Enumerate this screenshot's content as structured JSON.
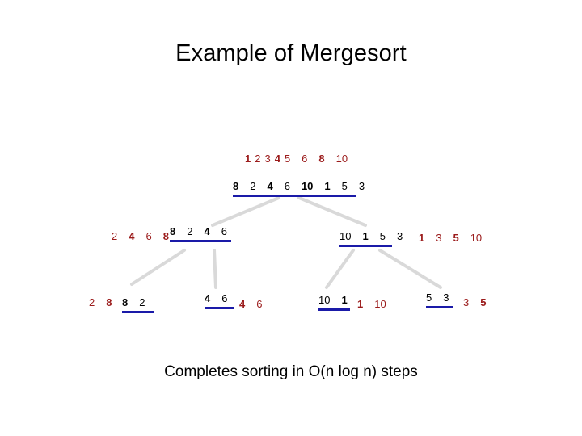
{
  "slide": {
    "title": "Example of Mergesort",
    "caption": "Completes sorting in O(n log n) steps",
    "background": "#ffffff"
  },
  "colors": {
    "sorted_text": "#9B1B1B",
    "unsorted_text": "#000000",
    "underline": "#1A1AA8",
    "connector": "#D9D9D9",
    "title_text": "#000000"
  },
  "tree": {
    "levels": [
      {
        "level": 1,
        "nodes": [
          {
            "id": "root",
            "sorted": "1  2 3 4 5  6  8  10",
            "unsorted": "8  2  4  6  10 1  5  3"
          }
        ]
      },
      {
        "level": 2,
        "nodes": [
          {
            "id": "left",
            "sorted": "2  4  6  8",
            "unsorted": "8  2  4  6"
          },
          {
            "id": "right",
            "sorted": "1  3  5  10",
            "unsorted": "10 1  5  3"
          }
        ]
      },
      {
        "level": 3,
        "nodes": [
          {
            "id": "ll",
            "sorted": "2  8",
            "unsorted": "8  2"
          },
          {
            "id": "lr",
            "sorted": "4  6",
            "unsorted": "4  6"
          },
          {
            "id": "rl",
            "sorted": "1  10",
            "unsorted": "10  1"
          },
          {
            "id": "rr",
            "sorted": "3  5",
            "unsorted": "5  3"
          }
        ]
      }
    ],
    "connector_count": 6
  },
  "tokens": {
    "root_sorted": [
      "1",
      "2",
      "3",
      "4",
      "5",
      "6",
      "8",
      "10"
    ],
    "root_unsorted": [
      "8",
      "2",
      "4",
      "6",
      "10",
      "1",
      "5",
      "3"
    ],
    "left_sorted": [
      "2",
      "4",
      "6",
      "8"
    ],
    "left_unsorted": [
      "8",
      "2",
      "4",
      "6"
    ],
    "right_sorted": [
      "1",
      "3",
      "5",
      "10"
    ],
    "right_unsorted": [
      "10",
      "1",
      "5",
      "3"
    ],
    "ll_sorted": [
      "2",
      "8"
    ],
    "ll_unsorted": [
      "8",
      "2"
    ],
    "lr_sorted": [
      "4",
      "6"
    ],
    "lr_unsorted": [
      "4",
      "6"
    ],
    "rl_sorted": [
      "1",
      "10"
    ],
    "rl_unsorted": [
      "10",
      "1"
    ],
    "rr_sorted": [
      "3",
      "5"
    ],
    "rr_unsorted": [
      "5",
      "3"
    ]
  }
}
